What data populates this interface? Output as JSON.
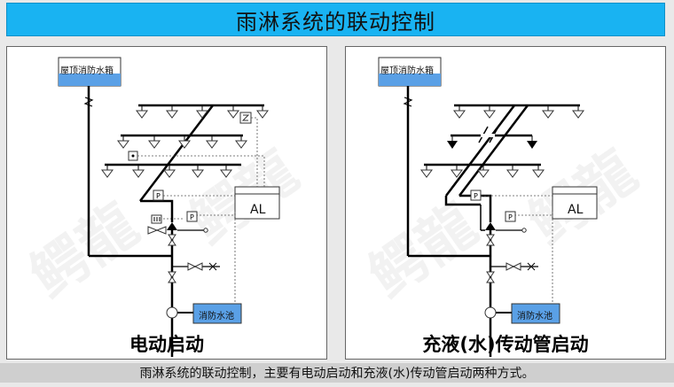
{
  "title": "雨淋系统的联动控制",
  "left": {
    "roof_tank": "屋顶消防水箱",
    "pool": "消防水池",
    "al": "AL",
    "caption": "电动启动"
  },
  "right": {
    "roof_tank": "屋顶消防水箱",
    "pool": "消防水池",
    "al": "AL",
    "caption": "充液(水)传动管启动"
  },
  "bottom_caption": "雨淋系统的联动控制，主要有电动启动和充液(水)传动管启动两种方式。",
  "watermark": "鳄龍",
  "colors": {
    "title_bg": "#19b3f2",
    "tank_fill": "#5aa0e6",
    "pool_fill": "#5aa0e6"
  }
}
